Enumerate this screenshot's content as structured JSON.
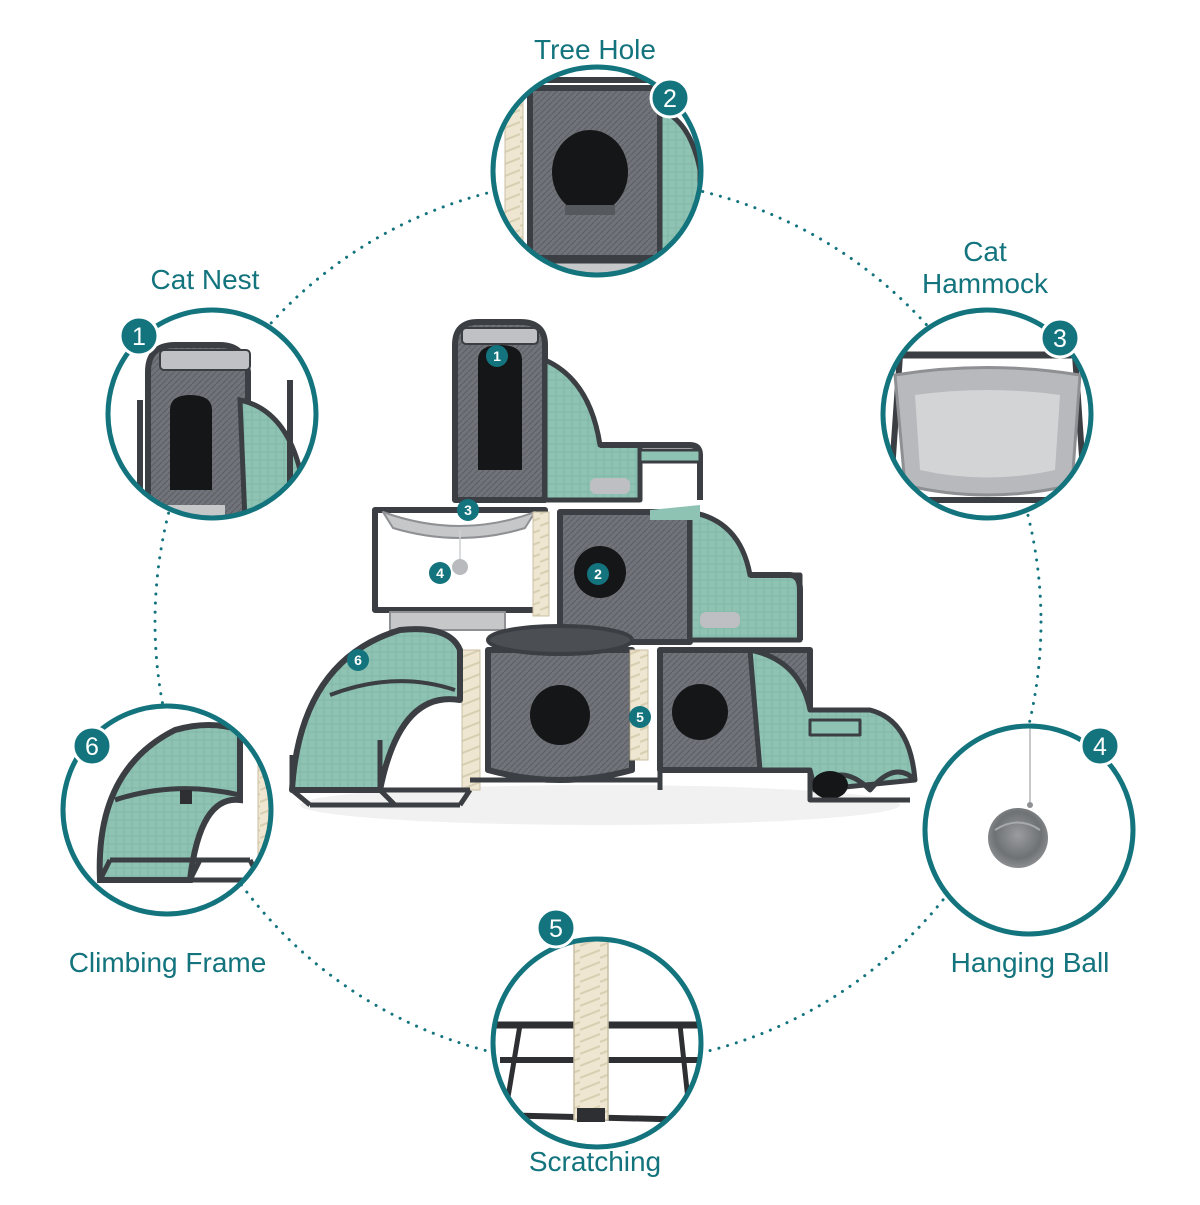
{
  "colors": {
    "accent": "#13747e",
    "frame": "#3b3e42",
    "fabric_gray": "#6e7176",
    "fabric_teal": "#8ec3b3",
    "sisal": "#efe8d4",
    "plush": "#c9cacc"
  },
  "features": [
    {
      "number": "1",
      "label": "Cat Nest",
      "icon": "cat-nest-closeup"
    },
    {
      "number": "2",
      "label": "Tree Hole",
      "icon": "tree-hole-closeup"
    },
    {
      "number": "3",
      "label": "Cat Hammock",
      "icon": "hammock-closeup"
    },
    {
      "number": "4",
      "label": "Hanging Ball",
      "icon": "hanging-ball-closeup"
    },
    {
      "number": "5",
      "label": "Scratching",
      "icon": "scratching-post-closeup"
    },
    {
      "number": "6",
      "label": "Climbing Frame",
      "icon": "climbing-frame-closeup"
    }
  ]
}
